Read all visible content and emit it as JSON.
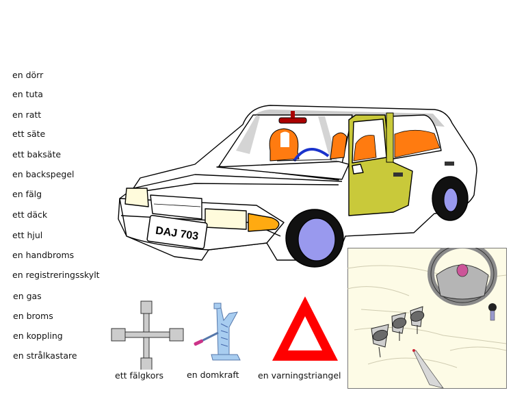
{
  "vocabulary": [
    "en dörr",
    "en tuta",
    "en ratt",
    "ett säte",
    "ett baksäte",
    "en backspegel",
    "en fälg",
    "ett däck",
    "ett hjul",
    "en handbroms",
    "en registreringsskylt",
    "en gas",
    "en broms",
    "en koppling",
    "en strålkastare"
  ],
  "car": {
    "license_plate": "DAJ 703"
  },
  "tools": {
    "wrench_label": "ett fälgkors",
    "jack_label": "en domkraft",
    "triangle_label": "en varningstriangel"
  },
  "colors": {
    "door": "#c9c93a",
    "seat": "#ff7b10",
    "hubcap": "#9999ee",
    "triangle": "#ff0000",
    "tool_blue": "#a8cdf0",
    "horn": "#cc5599"
  }
}
